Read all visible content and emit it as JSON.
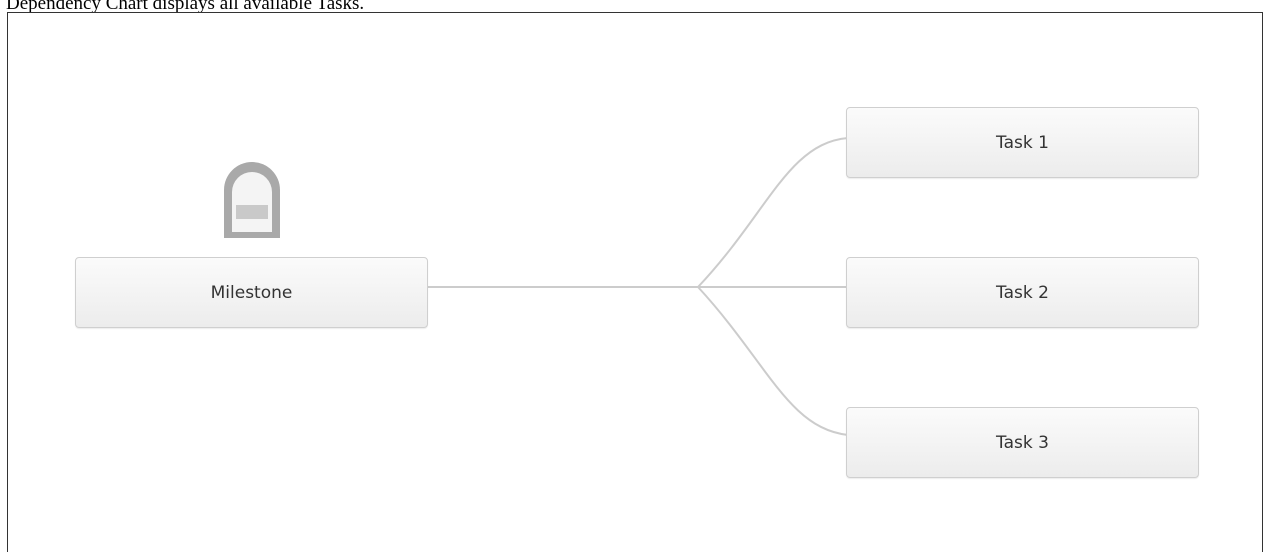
{
  "caption": "Dependency Chart displays all available Tasks.",
  "diagram": {
    "root": {
      "label": "Milestone",
      "icon": "lock-icon"
    },
    "children": [
      {
        "label": "Task 1"
      },
      {
        "label": "Task 2"
      },
      {
        "label": "Task 3"
      }
    ]
  },
  "colors": {
    "node_border": "#cfcfcf",
    "connector": "#cccccc",
    "icon": "#a9a9a9"
  }
}
